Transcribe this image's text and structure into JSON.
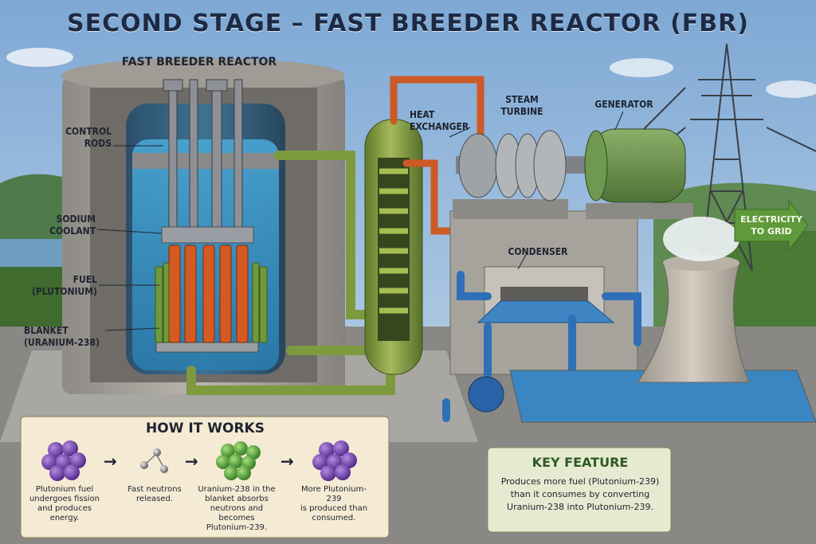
{
  "title": "SECOND STAGE – FAST BREEDER REACTOR (FBR)",
  "reactor": {
    "title": "FAST BREEDER REACTOR",
    "labels": {
      "control_rods": "CONTROL\nRODS",
      "sodium_coolant": "SODIUM\nCOOLANT",
      "fuel": "FUEL\n(PLUTONIUM)",
      "blanket": "BLANKET\n(URANIUM-238)"
    }
  },
  "plant": {
    "heat_exchanger": "HEAT\nEXCHANGER",
    "steam_turbine": "STEAM\nTURBINE",
    "generator": "GENERATOR",
    "condenser": "CONDENSER",
    "electricity": "ELECTRICITY\nTO GRID"
  },
  "how_it_works": {
    "title": "HOW IT WORKS",
    "steps": [
      "Plutonium fuel\nundergoes fission\nand produces\nenergy.",
      "Fast neutrons\nreleased.",
      "Uranium-238 in the\nblanket absorbs\nneutrons and\nbecomes\nPlutonium-239.",
      "More Plutonium-239\nis produced than\nconsumed."
    ]
  },
  "key_feature": {
    "title": "KEY FEATURE",
    "body": "Produces more fuel (Plutonium-239)\nthan it consumes by converting\nUranium-238 into Plutonium-239."
  },
  "colors": {
    "sky": "#8fb3d8",
    "sodium": "#3f94c4",
    "fuel": "#d45a22",
    "blanket": "#6f9a3a",
    "steam_pipe": "#cc5a24",
    "water_pipe": "#2e6fb8",
    "sodium_pipe": "#7d9a3f",
    "title": "#1d2a44",
    "plutonium": "#6a3aa6",
    "uranium": "#4f9a36"
  }
}
